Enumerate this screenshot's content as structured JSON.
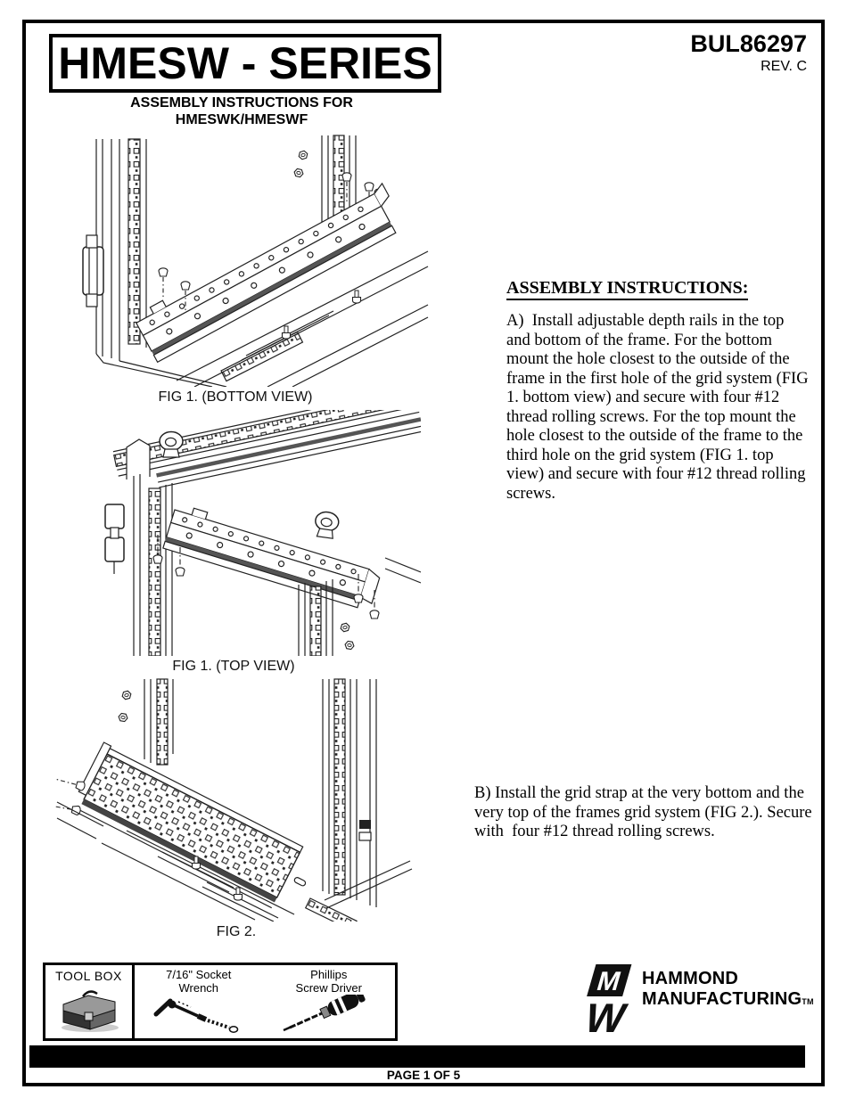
{
  "header": {
    "title": "HMESW - SERIES",
    "doc_number": "BUL86297",
    "revision": "REV. C",
    "subtitle_line1": "ASSEMBLY INSTRUCTIONS FOR",
    "subtitle_line2": "HMESWK/HMESWF"
  },
  "figures": {
    "fig1_bottom_caption": "FIG 1. (BOTTOM VIEW)",
    "fig1_top_caption": "FIG 1. (TOP VIEW)",
    "fig2_caption": "FIG 2."
  },
  "instructions": {
    "heading": "ASSEMBLY INSTRUCTIONS:",
    "step_a": "A)  Install adjustable depth rails in the top and bottom of the frame. For the bottom mount the hole closest to the outside of the frame in the first hole of the grid system (FIG 1. bottom view) and secure with four #12 thread rolling screws. For the top mount the hole closest to the outside of the frame to the third hole on the grid system (FIG 1. top view) and secure with four #12 thread rolling screws.",
    "step_b": "B) Install the grid strap at the very bottom and the very top of the frames grid system (FIG 2.). Secure with  four #12 thread rolling screws."
  },
  "toolbox": {
    "label": "TOOL BOX",
    "tool1_line1": "7/16\" Socket",
    "tool1_line2": "Wrench",
    "tool2_line1": "Phillips",
    "tool2_line2": "Screw Driver"
  },
  "brand": {
    "name_line1": "HAMMOND",
    "name_line2": "MANUFACTURING",
    "trademark": "TM"
  },
  "footer": {
    "page_label": "PAGE 1 OF 5"
  },
  "colors": {
    "ink": "#000000",
    "line_art": "#222222",
    "shade": "#555555"
  }
}
